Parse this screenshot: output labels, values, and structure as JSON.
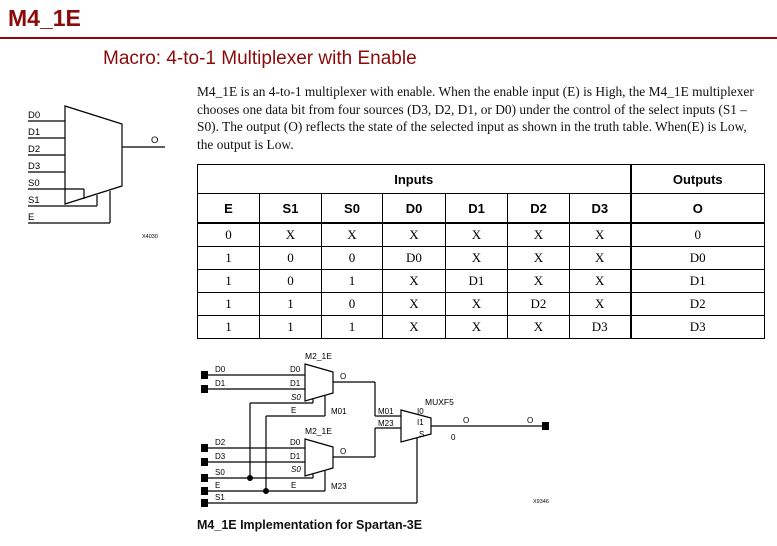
{
  "page": {
    "title": "M4_1E",
    "subtitle": "Macro: 4-to-1 Multiplexer with Enable",
    "description": "M4_1E is an 4-to-1 multiplexer with enable. When the enable input (E) is High, the M4_1E multiplexer chooses one data bit from four sources (D3, D2, D1, or D0) under the control of the select inputs (S1 – S0). The output (O) reflects the state of the selected input as shown in the truth table. When(E) is Low, the output is Low."
  },
  "symbol": {
    "inputs": [
      "D0",
      "D1",
      "D2",
      "D3",
      "S0",
      "S1",
      "E"
    ],
    "output": "O",
    "code": "X4030"
  },
  "truth_table": {
    "group_headers": [
      "Inputs",
      "Outputs"
    ],
    "columns": [
      "E",
      "S1",
      "S0",
      "D0",
      "D1",
      "D2",
      "D3",
      "O"
    ],
    "rows": [
      [
        "0",
        "X",
        "X",
        "X",
        "X",
        "X",
        "X",
        "0"
      ],
      [
        "1",
        "0",
        "0",
        "D0",
        "X",
        "X",
        "X",
        "D0"
      ],
      [
        "1",
        "0",
        "1",
        "X",
        "D1",
        "X",
        "X",
        "D1"
      ],
      [
        "1",
        "1",
        "0",
        "X",
        "X",
        "D2",
        "X",
        "D2"
      ],
      [
        "1",
        "1",
        "1",
        "X",
        "X",
        "X",
        "D3",
        "D3"
      ]
    ]
  },
  "implementation": {
    "mux_top": {
      "name": "M2_1E",
      "pins": [
        "D0",
        "D1",
        "S0",
        "E"
      ],
      "out": "O",
      "net": "M01"
    },
    "mux_bottom": {
      "name": "M2_1E",
      "pins": [
        "D0",
        "D1",
        "S0",
        "E"
      ],
      "out": "O",
      "net": "M23"
    },
    "muxf5": {
      "name": "MUXF5",
      "pins": [
        "I0",
        "I1",
        "S"
      ],
      "out": "O",
      "sel0": "0",
      "in_nets": [
        "M01",
        "M23"
      ]
    },
    "input_labels": [
      "D0",
      "D1",
      "D2",
      "D3",
      "S0",
      "E",
      "S1"
    ],
    "output_label": "O",
    "code": "X9346",
    "caption": "M4_1E Implementation for Spartan-3E"
  }
}
